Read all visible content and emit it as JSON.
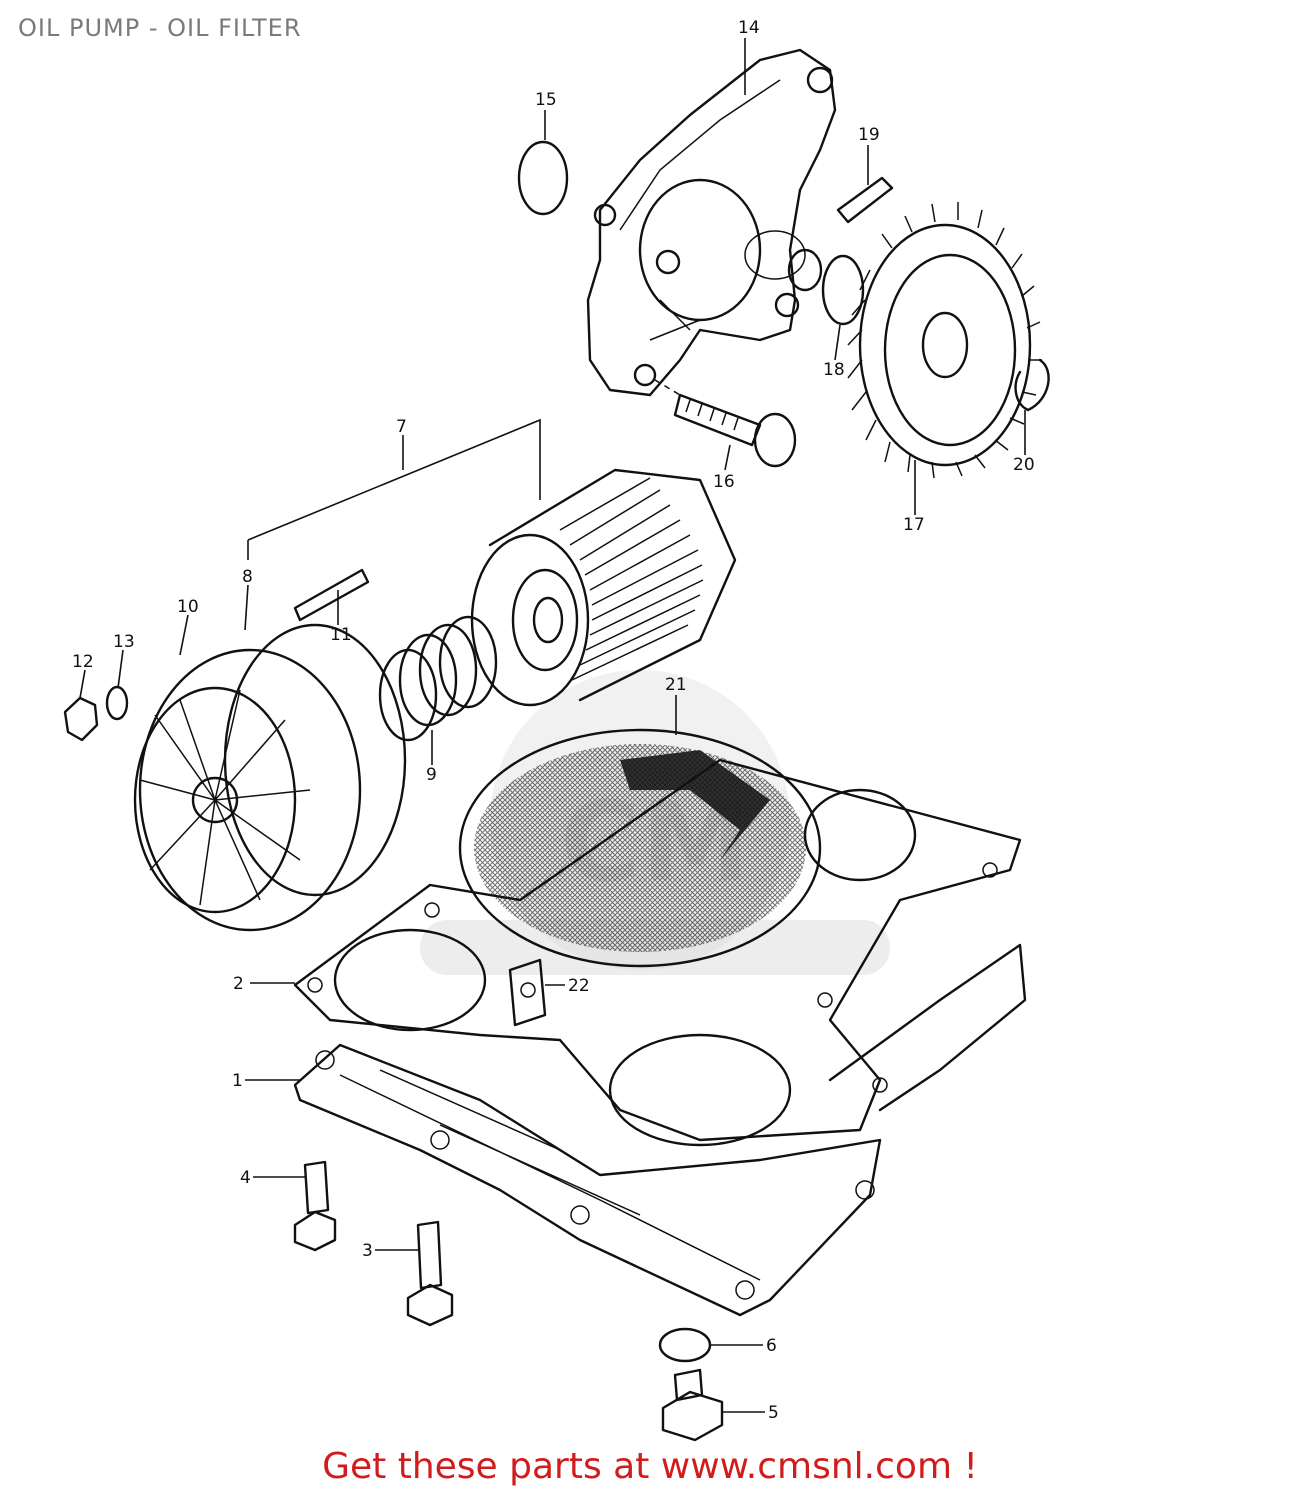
{
  "header": {
    "title": "OIL PUMP - OIL FILTER"
  },
  "footer": {
    "text": "Get these parts at www.cmsnl.com !"
  },
  "callouts": [
    "1",
    "2",
    "3",
    "4",
    "5",
    "6",
    "7",
    "8",
    "9",
    "10",
    "11",
    "12",
    "13",
    "14",
    "15",
    "16",
    "17",
    "18",
    "19",
    "20",
    "21",
    "22"
  ],
  "colors": {
    "title": "#7a7a7a",
    "footer": "#d21b1b",
    "lines": "#111111",
    "watermark": "#d8d8d8"
  }
}
